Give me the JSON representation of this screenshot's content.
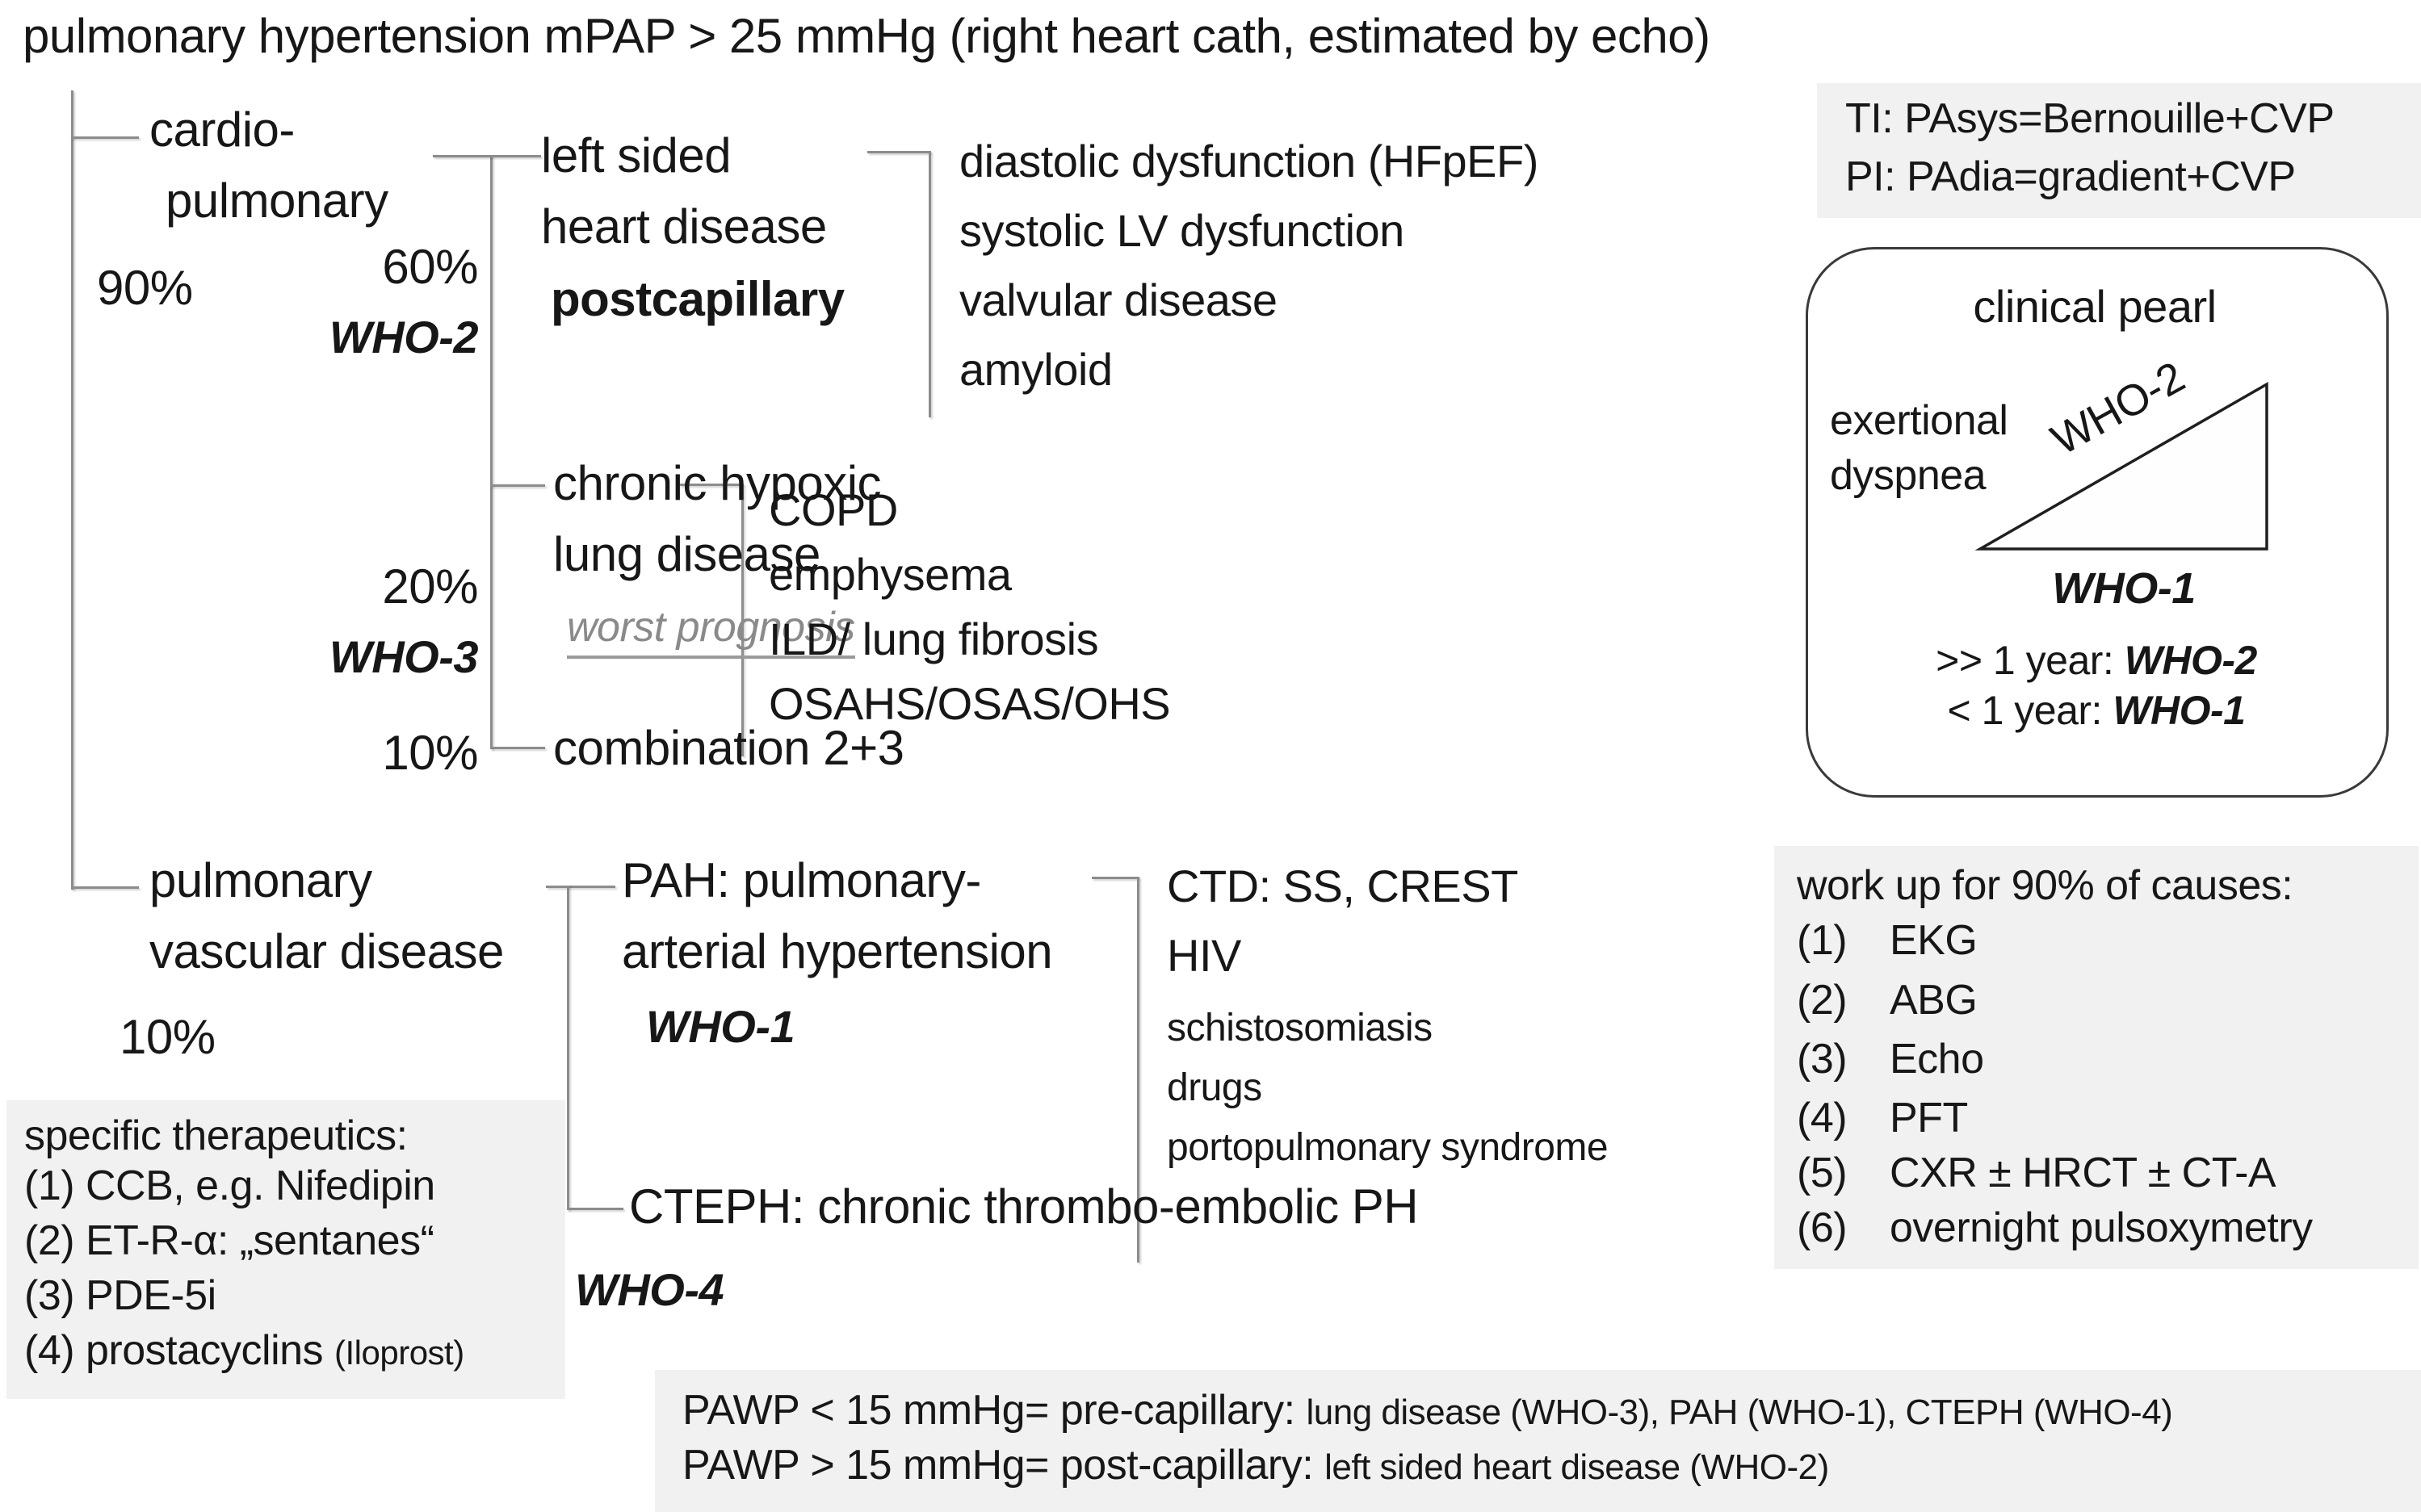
{
  "title": "pulmonary hypertension mPAP > 25 mmHg (right heart cath, estimated by echo)",
  "colors": {
    "panel_gray": "#f1f1f1",
    "line_gray": "#8c8c8c",
    "note_gray": "#8a8a8a",
    "text": "#171717"
  },
  "formula_box": {
    "ti": "TI: PAsys=Bernouille+CVP",
    "pi": "PI: PAdia=gradient+CVP"
  },
  "tree": {
    "cardiopulmonary": {
      "line1": "cardio-",
      "line2": "pulmonary",
      "pct": "90%"
    },
    "who2": {
      "pct": "60%",
      "who": "WHO-2",
      "line1": "left sided",
      "line2": "heart disease",
      "sub": "postcapillary",
      "causes": [
        "diastolic dysfunction (HFpEF)",
        "systolic LV dysfunction",
        "valvular disease",
        "amyloid"
      ]
    },
    "who3": {
      "pct": "20%",
      "who": "WHO-3",
      "line1": "chronic hypoxic",
      "line2": "lung disease",
      "note": "worst prognosis",
      "causes": [
        "COPD",
        "emphysema",
        "ILD/ lung fibrosis",
        "OSAHS/OSAS/OHS"
      ]
    },
    "combo": {
      "pct": "10%",
      "label": "combination 2+3"
    },
    "vascular": {
      "line1": "pulmonary",
      "line2": "vascular disease",
      "pct": "10%"
    },
    "who1": {
      "line1": "PAH: pulmonary-",
      "line2": "arterial hypertension",
      "who": "WHO-1",
      "causes_large": [
        "CTD: SS, CREST",
        "HIV"
      ],
      "causes_small": [
        "schistosomiasis",
        "drugs",
        "portopulmonary syndrome"
      ]
    },
    "who4": {
      "label": "CTEPH: chronic thrombo-embolic PH",
      "who": "WHO-4"
    }
  },
  "clinical_pearl": {
    "title": "clinical pearl",
    "left_line1": "exertional",
    "left_line2": "dyspnea",
    "triangle_label": "WHO-2",
    "triangle_base_label": "WHO-1",
    "rule1_prefix": ">> 1 year: ",
    "rule1_who": "WHO-2",
    "rule2_prefix": "< 1 year: ",
    "rule2_who": "WHO-1"
  },
  "workup": {
    "title": "work up for 90% of causes:",
    "nums": [
      "(1)",
      "(2)",
      "(3)",
      "(4)",
      "(5)",
      "(6)"
    ],
    "labels": [
      "EKG",
      "ABG",
      "Echo",
      "PFT",
      "CXR ± HRCT ± CT-A",
      "overnight pulsoxymetry"
    ]
  },
  "therapeutics": {
    "title": "specific therapeutics:",
    "items": [
      "(1) CCB, e.g. Nifedipin",
      "(2) ET-R-α: „sentanes“",
      "(3) PDE-5i"
    ],
    "item4_main": "(4) prostacyclins ",
    "item4_small": "(Iloprost)"
  },
  "pawp": {
    "line1_big": "PAWP < 15 mmHg= pre-capillary: ",
    "line1_small": "lung disease (WHO-3), PAH (WHO-1), CTEPH (WHO-4)",
    "line2_big": "PAWP > 15 mmHg= post-capillary: ",
    "line2_small": "left sided heart disease (WHO-2)"
  }
}
